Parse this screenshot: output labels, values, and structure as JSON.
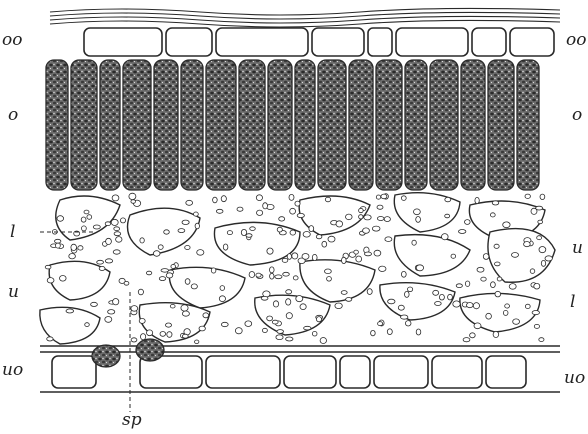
{
  "figure": {
    "labels": {
      "oo_left": "oo",
      "oo_right": "oo",
      "o_left": "o",
      "o_right": "o",
      "l_left": "l",
      "l_right": "l",
      "u_left": "u",
      "u_right": "u",
      "uo_left": "uo",
      "uo_right": "uo",
      "sp": "sp"
    },
    "colors": {
      "ink": "#2a2a2a",
      "paper": "#ffffff"
    }
  }
}
